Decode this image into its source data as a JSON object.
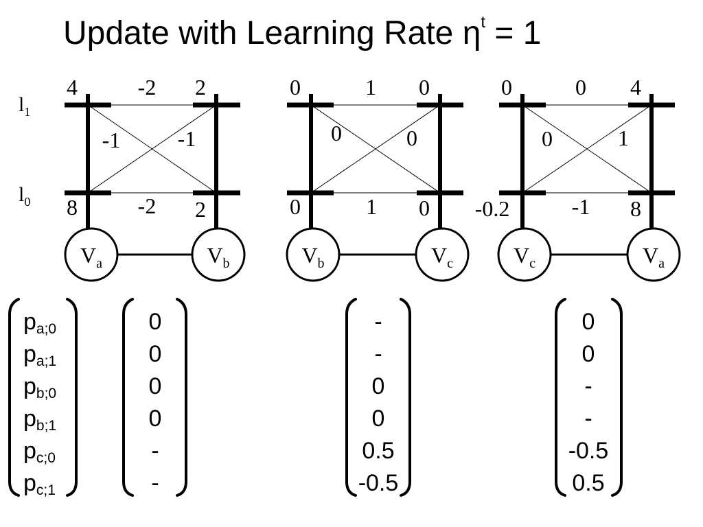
{
  "title": {
    "main": "Update with Learning Rate η",
    "sup": "t",
    "tail": " = 1"
  },
  "labels": {
    "l1": {
      "base": "l",
      "sub": "1"
    },
    "l0": {
      "base": "l",
      "sub": "0"
    }
  },
  "panels": [
    {
      "id": "ab",
      "top_left": "4",
      "top_mid": "-2",
      "top_right": "2",
      "cross_left": "-1",
      "cross_right": "-1",
      "bot_left": "8",
      "bot_mid": "-2",
      "bot_right": "2",
      "node_left": {
        "base": "V",
        "sub": "a"
      },
      "node_right": {
        "base": "V",
        "sub": "b"
      }
    },
    {
      "id": "bc",
      "top_left": "0",
      "top_mid": "1",
      "top_right": "0",
      "cross_left": "0",
      "cross_right": "0",
      "bot_left": "0",
      "bot_mid": "1",
      "bot_right": "0",
      "node_left": {
        "base": "V",
        "sub": "b"
      },
      "node_right": {
        "base": "V",
        "sub": "c"
      }
    },
    {
      "id": "ca",
      "top_left": "0",
      "top_mid": "0",
      "top_right": "4",
      "cross_left": "0",
      "cross_right": "1",
      "bot_left": "-0.2",
      "bot_mid": "-1",
      "bot_right": "8",
      "node_left": {
        "base": "V",
        "sub": "c"
      },
      "node_right": {
        "base": "V",
        "sub": "a"
      }
    }
  ],
  "vector_labels": [
    {
      "base": "p",
      "sub": "a;0"
    },
    {
      "base": "p",
      "sub": "a;1"
    },
    {
      "base": "p",
      "sub": "b;0"
    },
    {
      "base": "p",
      "sub": "b;1"
    },
    {
      "base": "p",
      "sub": "c;0"
    },
    {
      "base": "p",
      "sub": "c;1"
    }
  ],
  "vectors": [
    [
      "0",
      "0",
      "0",
      "0",
      "-",
      "-"
    ],
    [
      "-",
      "-",
      "0",
      "0",
      "0.5",
      "-0.5"
    ],
    [
      "0",
      "0",
      "-",
      "-",
      "-0.5",
      "0.5"
    ]
  ]
}
